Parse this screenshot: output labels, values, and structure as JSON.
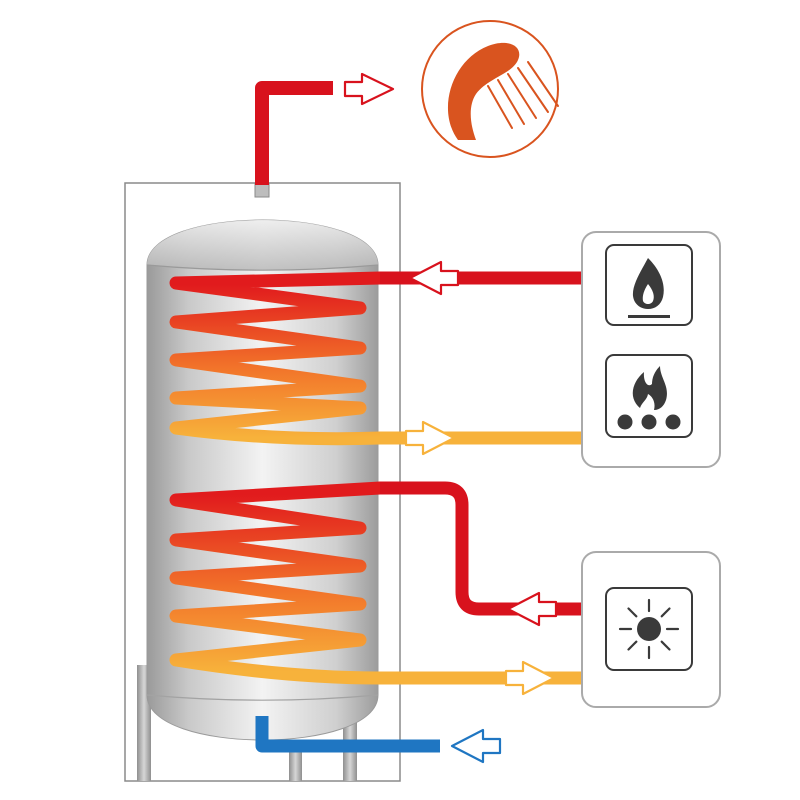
{
  "diagram": {
    "type": "dual-coil indirect hot water cylinder",
    "colors": {
      "background": "#ffffff",
      "casing_outline": "#8a8a8a",
      "hot_pipe": "#d8121d",
      "warm_pipe": "#f7b23b",
      "cold_pipe": "#1f76c2",
      "icon_accent": "#d9541f",
      "icon_dark": "#3a3a3a",
      "panel_border": "#aaaaaa",
      "arrow_fill": "#ffffff"
    },
    "flows": [
      {
        "name": "hot-water-outlet",
        "direction": "out",
        "color_role": "hot"
      },
      {
        "name": "upper-coil-flow",
        "direction": "in",
        "color_role": "hot"
      },
      {
        "name": "upper-coil-return",
        "direction": "out",
        "color_role": "warm"
      },
      {
        "name": "lower-coil-flow",
        "direction": "in",
        "color_role": "hot"
      },
      {
        "name": "lower-coil-return",
        "direction": "out",
        "color_role": "warm"
      },
      {
        "name": "cold-water-inlet",
        "direction": "in",
        "color_role": "cold"
      }
    ],
    "icons": [
      "shower-head-icon",
      "gas-flame-icon",
      "solid-fuel-fire-icon",
      "sun-icon"
    ],
    "coils": [
      {
        "name": "upper-coil",
        "turns": 5
      },
      {
        "name": "lower-coil",
        "turns": 5
      }
    ]
  }
}
